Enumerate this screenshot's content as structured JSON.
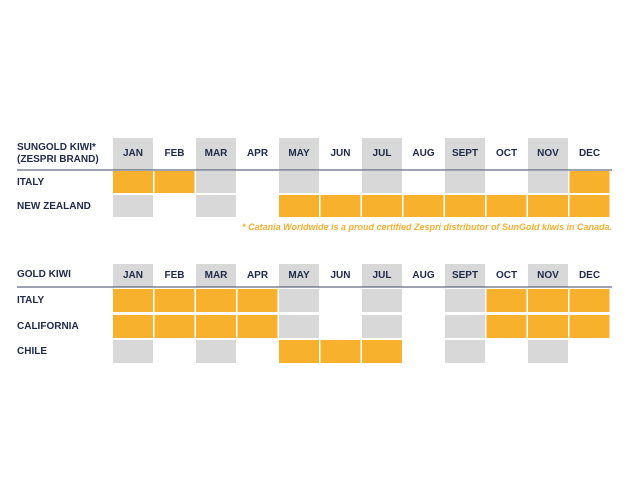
{
  "colors": {
    "season": "#f7b12d",
    "shaded_column": "#d8d8d8",
    "text": "#1f2a4a",
    "rule": "#3a4566",
    "footnote": "#f5b031"
  },
  "chart_data": [
    {
      "type": "table",
      "title": "SUNGOLD KIWI* (ZESPRI BRAND)",
      "columns": [
        "JAN",
        "FEB",
        "MAR",
        "APR",
        "MAY",
        "JUN",
        "JUL",
        "AUG",
        "SEPT",
        "OCT",
        "NOV",
        "DEC"
      ],
      "shaded_columns": [
        0,
        2,
        4,
        6,
        8,
        10
      ],
      "rows": [
        {
          "label": "ITALY",
          "in_season": [
            1,
            1,
            0,
            0,
            0,
            0,
            0,
            0,
            0,
            0,
            0,
            1
          ]
        },
        {
          "label": "NEW ZEALAND",
          "in_season": [
            0,
            0,
            0,
            0,
            1,
            1,
            1,
            1,
            1,
            1,
            1,
            1
          ]
        }
      ],
      "footnote": "* Catania Worldwide is a proud certified Zespri distributor of SunGold kiwis in Canada."
    },
    {
      "type": "table",
      "title": "GOLD KIWI",
      "columns": [
        "JAN",
        "FEB",
        "MAR",
        "APR",
        "MAY",
        "JUN",
        "JUL",
        "AUG",
        "SEPT",
        "OCT",
        "NOV",
        "DEC"
      ],
      "shaded_columns": [
        0,
        2,
        4,
        6,
        8,
        10
      ],
      "rows": [
        {
          "label": "ITALY",
          "in_season": [
            1,
            1,
            1,
            1,
            0,
            0,
            0,
            0,
            0,
            1,
            1,
            1
          ]
        },
        {
          "label": "CALIFORNIA",
          "in_season": [
            1,
            1,
            1,
            1,
            0,
            0,
            0,
            0,
            0,
            1,
            1,
            1
          ]
        },
        {
          "label": "CHILE",
          "in_season": [
            0,
            0,
            0,
            0,
            1,
            1,
            1,
            0,
            0,
            0,
            0,
            0
          ]
        }
      ]
    }
  ]
}
